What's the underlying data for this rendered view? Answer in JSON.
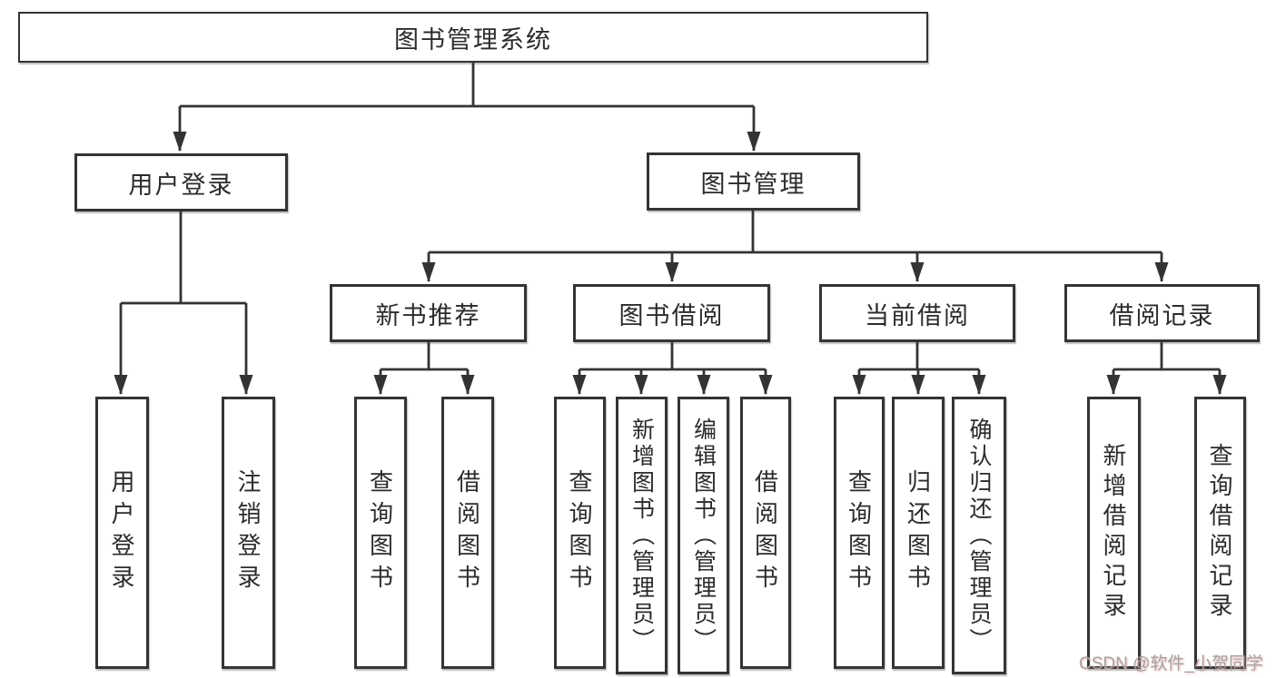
{
  "diagram": {
    "type": "function-tree",
    "tree": {
      "root": {
        "label": "图书管理系统"
      },
      "branches": [
        {
          "label": "用户登录",
          "children": [
            {
              "label": "用户登录"
            },
            {
              "label": "注销登录"
            }
          ]
        },
        {
          "label": "图书管理",
          "children": [
            {
              "label": "新书推荐",
              "children": [
                {
                  "label": "查询图书"
                },
                {
                  "label": "借阅图书"
                }
              ]
            },
            {
              "label": "图书借阅",
              "children": [
                {
                  "label": "查询图书"
                },
                {
                  "label": "新增图书（管理员）"
                },
                {
                  "label": "编辑图书（管理员）"
                },
                {
                  "label": "借阅图书"
                }
              ]
            },
            {
              "label": "当前借阅",
              "children": [
                {
                  "label": "查询图书"
                },
                {
                  "label": "归还图书"
                },
                {
                  "label": "确认归还（管理员）"
                }
              ]
            },
            {
              "label": "借阅记录",
              "children": [
                {
                  "label": "新增借阅记录"
                },
                {
                  "label": "查询借阅记录"
                }
              ]
            }
          ]
        }
      ]
    },
    "colors": {
      "line": "#333333",
      "box_border": "#343434",
      "text": "#2b2b2b",
      "background": "#ffffff",
      "watermark_text": "#a3a3a3"
    }
  },
  "watermark": {
    "text": "CSDN @软件_小贺同学"
  }
}
